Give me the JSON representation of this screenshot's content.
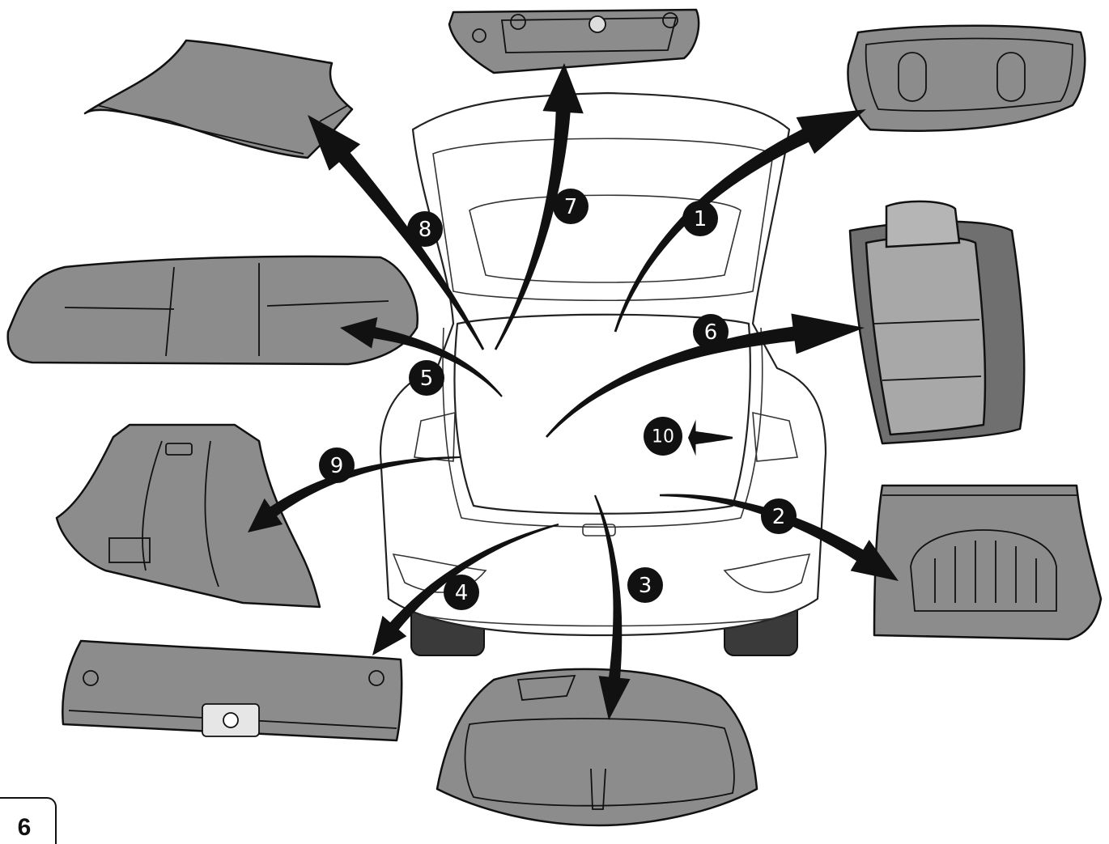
{
  "page": {
    "number": "6"
  },
  "callouts": [
    {
      "id": "1",
      "label": "1"
    },
    {
      "id": "2",
      "label": "2"
    },
    {
      "id": "3",
      "label": "3"
    },
    {
      "id": "4",
      "label": "4"
    },
    {
      "id": "5",
      "label": "5"
    },
    {
      "id": "6",
      "label": "6"
    },
    {
      "id": "7",
      "label": "7"
    },
    {
      "id": "8",
      "label": "8"
    },
    {
      "id": "9",
      "label": "9"
    },
    {
      "id": "10",
      "label": "10"
    }
  ],
  "colors": {
    "part_fill": "#8c8c8c",
    "part_fill_light": "#a8a8a8",
    "arrow": "#111111",
    "badge": "#111111"
  }
}
